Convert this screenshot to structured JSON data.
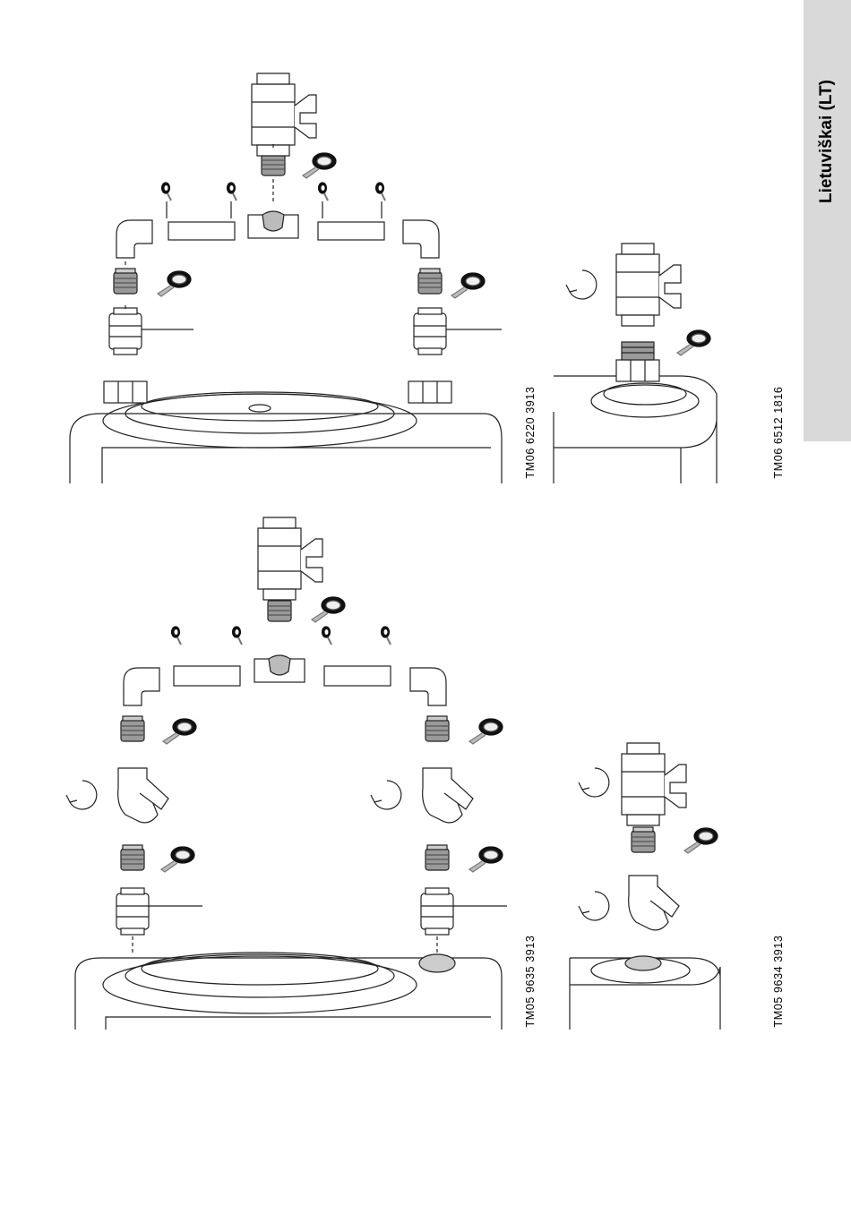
{
  "side_tab": {
    "label": "Lietuviškai (LT)"
  },
  "figures": [
    {
      "code": "TM06 6220 3913"
    },
    {
      "code": "TM06 6512 1816"
    },
    {
      "code": "TM05 9635 3913"
    },
    {
      "code": "TM05 9634 3913"
    }
  ]
}
